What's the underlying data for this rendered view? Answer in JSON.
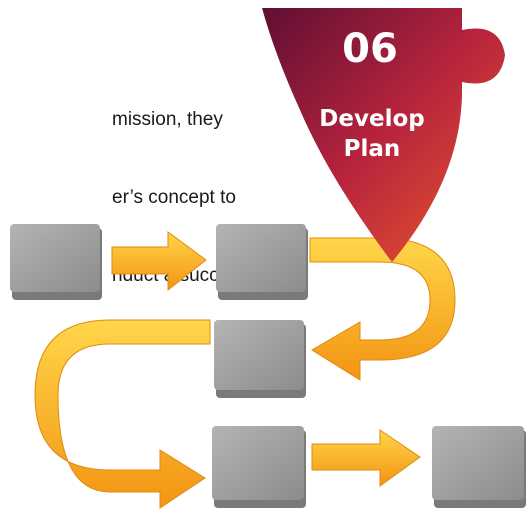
{
  "intro_lines": [
    "mission, they",
    "er’s concept to",
    "nduct a successful"
  ],
  "badge": {
    "number": "06",
    "label_line1": "Develop",
    "label_line2": "Plan"
  },
  "colors": {
    "badge_top": "#6e1238",
    "badge_mid": "#c42a3c",
    "badge_bottom": "#e8502c",
    "arrow": "#f6a519",
    "arrow_light": "#ffd046",
    "box_face": "#9a9a9a",
    "box_edge": "#6e6e6e"
  }
}
